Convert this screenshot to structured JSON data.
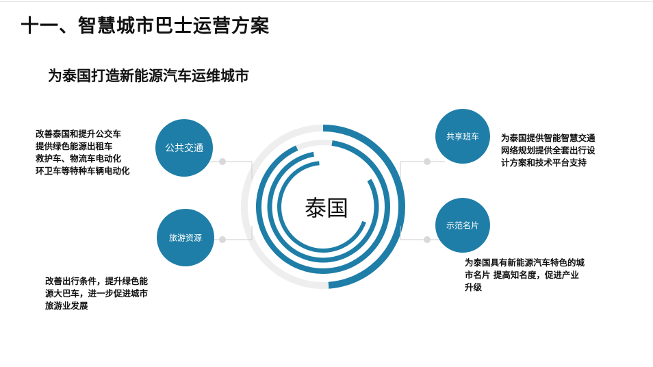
{
  "title": "十一、智慧城市巴士运营方案",
  "subtitle": "为泰国打造新能源汽车运维城市",
  "center_label": "泰国",
  "colors": {
    "accent": "#1e7ea8",
    "ring_bg": "#eeeeee",
    "connector": "#cccccc",
    "dot": "#d9d9d9"
  },
  "nodes": [
    {
      "id": "public-transport",
      "label": "公共交通",
      "desc": [
        "改善泰国和提升公交车",
        "提供绿色能源出租车",
        "救护车、物流车电动化",
        "环卫车等特种车辆电动化"
      ]
    },
    {
      "id": "tourism",
      "label": "旅游资源",
      "desc": [
        "改善出行条件，提升绿色能",
        "源大巴车，进一步促进城市",
        "旅游业发展"
      ]
    },
    {
      "id": "shared-bus",
      "label": "共享班车",
      "desc": [
        "为泰国提供智能智慧交通",
        "网络规划提供全套出行设",
        "计方案和技术平台支持"
      ]
    },
    {
      "id": "demo-card",
      "label": "示范名片",
      "desc": [
        "为泰国具有新能源汽车特色的城",
        "市名片 提高知名度，促进产业",
        "升级"
      ]
    }
  ]
}
